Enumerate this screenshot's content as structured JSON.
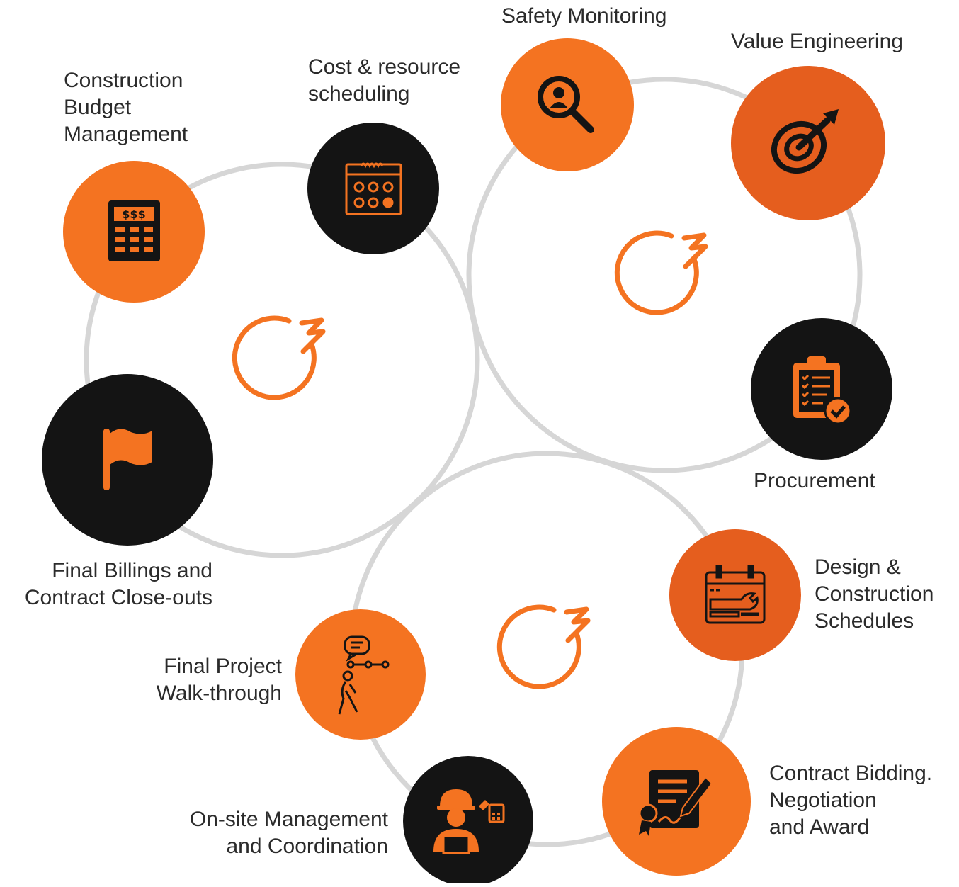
{
  "colors": {
    "orange": "#F47321",
    "dark_orange": "#E55E1E",
    "black": "#141414",
    "ring": "#D6D6D6",
    "logo_orange": "#F47321"
  },
  "steps": [
    {
      "id": "budget",
      "label_lines": [
        "Construction",
        "Budget",
        "Management"
      ],
      "icon": "calculator-icon"
    },
    {
      "id": "scheduling",
      "label_lines": [
        "Cost & resource",
        "scheduling"
      ],
      "icon": "calendar-icon"
    },
    {
      "id": "safety",
      "label_lines": [
        "Safety Monitoring"
      ],
      "icon": "magnifier-person-icon"
    },
    {
      "id": "value",
      "label_lines": [
        "Value Engineering"
      ],
      "icon": "target-dart-icon"
    },
    {
      "id": "procurement",
      "label_lines": [
        "Procurement"
      ],
      "icon": "clipboard-check-icon"
    },
    {
      "id": "design",
      "label_lines": [
        "Design &",
        "Construction",
        "Schedules"
      ],
      "icon": "calendar-tools-icon"
    },
    {
      "id": "bidding",
      "label_lines": [
        "Contract Bidding.",
        "Negotiation",
        "and Award"
      ],
      "icon": "contract-award-icon"
    },
    {
      "id": "onsite",
      "label_lines": [
        "On-site Management",
        "and Coordination"
      ],
      "icon": "engineer-icon"
    },
    {
      "id": "walkthrough",
      "label_lines": [
        "Final Project",
        "Walk-through"
      ],
      "icon": "walking-person-icon"
    },
    {
      "id": "billing",
      "label_lines": [
        "Final Billings and",
        "Contract Close-outs"
      ],
      "icon": "flag-icon"
    }
  ]
}
